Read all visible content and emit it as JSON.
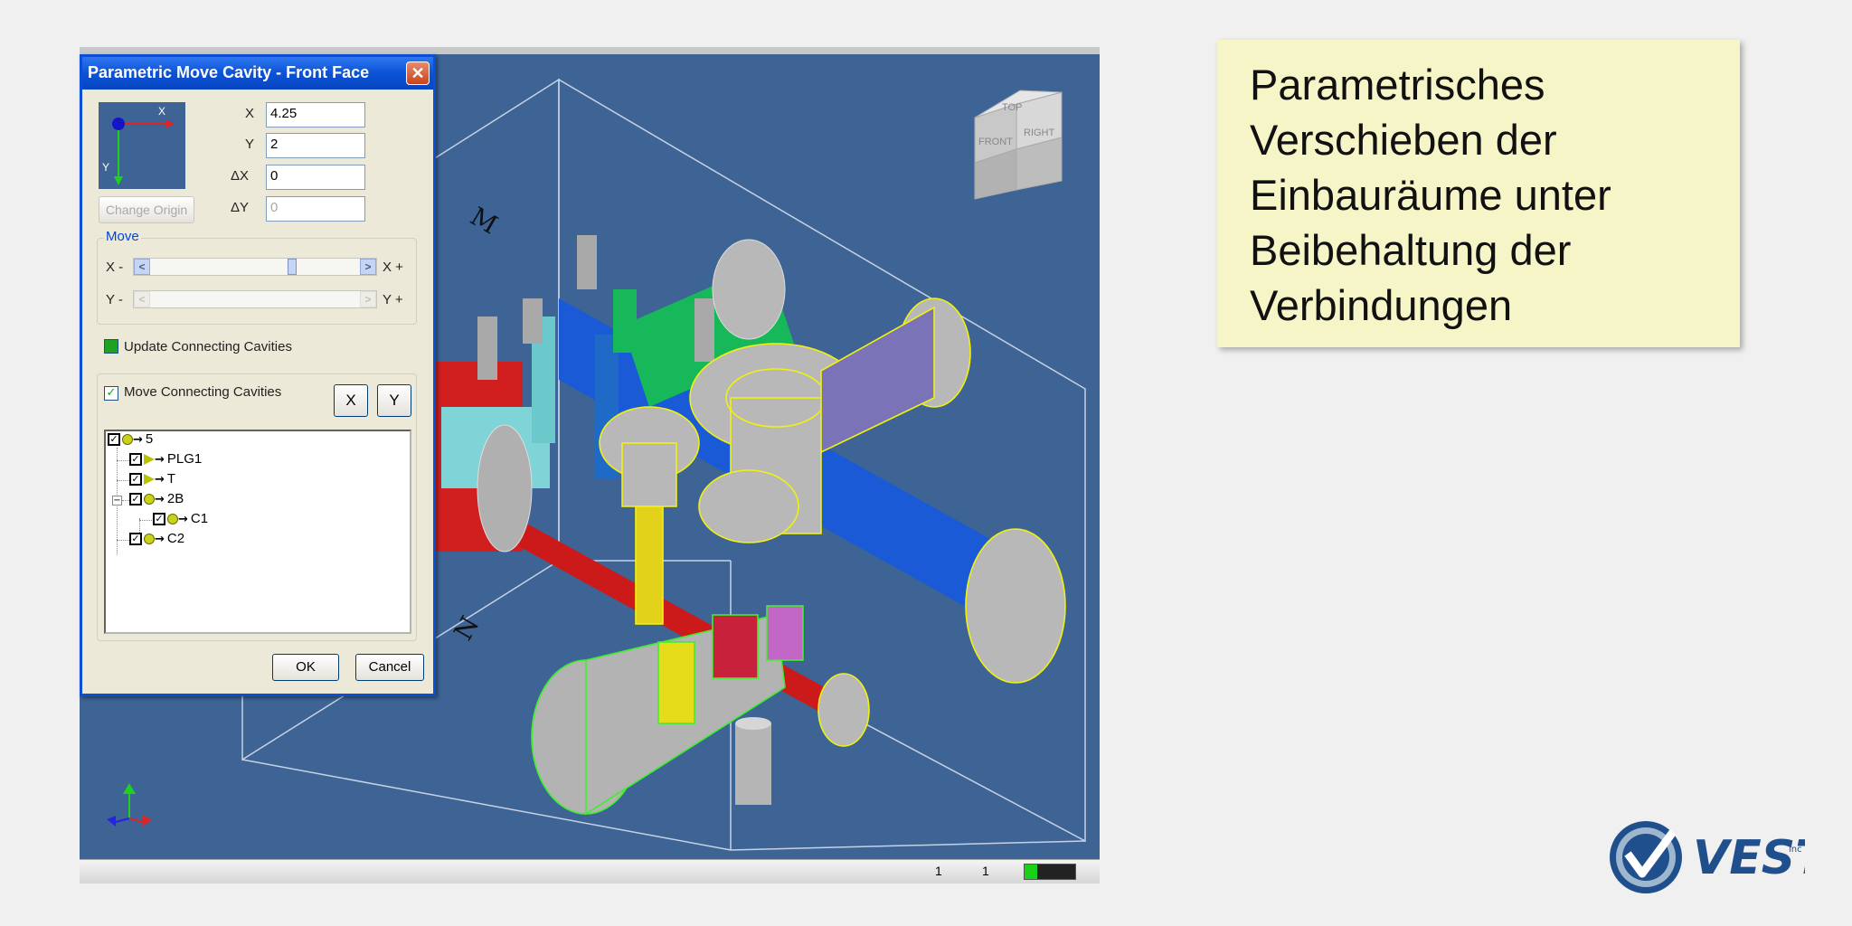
{
  "dialog": {
    "title": "Parametric Move Cavity - Front Face",
    "close_label": "✕",
    "origin_axes": {
      "x_label": "X",
      "y_label": "Y"
    },
    "fields": {
      "x": {
        "label": "X",
        "value": "4.25"
      },
      "y": {
        "label": "Y",
        "value": "2"
      },
      "dx": {
        "label": "ΔX",
        "value": "0"
      },
      "dy": {
        "label": "ΔY",
        "value": "0"
      }
    },
    "change_origin_label": "Change Origin",
    "move_group": {
      "legend": "Move",
      "x_minus": "X -",
      "x_plus": "X +",
      "y_minus": "Y -",
      "y_plus": "Y +"
    },
    "update_connecting_label": "Update Connecting Cavities",
    "move_connecting_label": "Move Connecting Cavities",
    "x_button": "X",
    "y_button": "Y",
    "tree": {
      "root": "5",
      "items": [
        "PLG1",
        "T",
        "2B",
        "C1",
        "C2"
      ]
    },
    "ok_label": "OK",
    "cancel_label": "Cancel"
  },
  "viewcube": {
    "top": "TOP",
    "front": "FRONT",
    "right": "RIGHT"
  },
  "face_labels": {
    "m": "M",
    "n": "N"
  },
  "statusbar": {
    "cell1": "1",
    "cell2": "1",
    "meter_fraction": 0.25
  },
  "note": {
    "lines": [
      "Parametrisches",
      "Verschieben der",
      "Einbauräume unter",
      "Beibehaltung der",
      "Verbindungen"
    ]
  },
  "logo": {
    "text": "VEST",
    "suffix": "inc"
  },
  "colors": {
    "viewport_bg": "#3d6495",
    "note_bg": "#f5f5c8",
    "dialog_title": "#0b53d6"
  }
}
